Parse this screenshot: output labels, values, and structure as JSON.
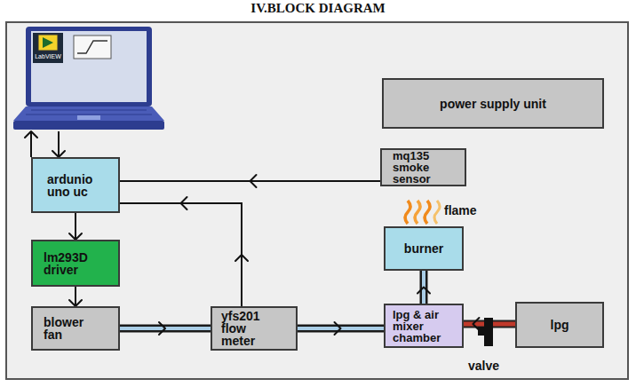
{
  "diagram": {
    "title": "IV.BLOCK DIAGRAM",
    "nodes": [
      {
        "text": [
          "LabVIEW"
        ]
      },
      {
        "text": [
          "power supply unit"
        ]
      },
      {
        "text": [
          "mq135 smoke sensor"
        ]
      },
      {
        "text": [
          "ardunio uno uc"
        ]
      },
      {
        "text": [
          "burner"
        ]
      },
      {
        "text": [
          "lm293D driver"
        ]
      },
      {
        "text": [
          "blower fan"
        ]
      },
      {
        "text": [
          "yfs201 flow meter"
        ]
      },
      {
        "text": [
          "lpg & air mixer chamber"
        ]
      },
      {
        "text": [
          "lpg"
        ]
      }
    ],
    "edges": [
      {
        "from": 3,
        "to": 0,
        "arrow": "to"
      },
      {
        "from": 0,
        "to": 3,
        "arrow": "to"
      },
      {
        "from": 2,
        "to": 3,
        "arrow": "to"
      },
      {
        "from": 3,
        "to": 5,
        "arrow": "to"
      },
      {
        "from": 5,
        "to": 6,
        "arrow": "to"
      },
      {
        "from": 6,
        "to": 7,
        "arrow": "to"
      },
      {
        "from": 7,
        "to": 3,
        "arrow": "to"
      },
      {
        "from": 7,
        "to": 8,
        "arrow": "to"
      },
      {
        "from": 9,
        "to": 8,
        "arrow": "to"
      },
      {
        "from": 8,
        "to": 4,
        "arrow": "to"
      }
    ],
    "labels": [
      "flame",
      "valve"
    ]
  }
}
